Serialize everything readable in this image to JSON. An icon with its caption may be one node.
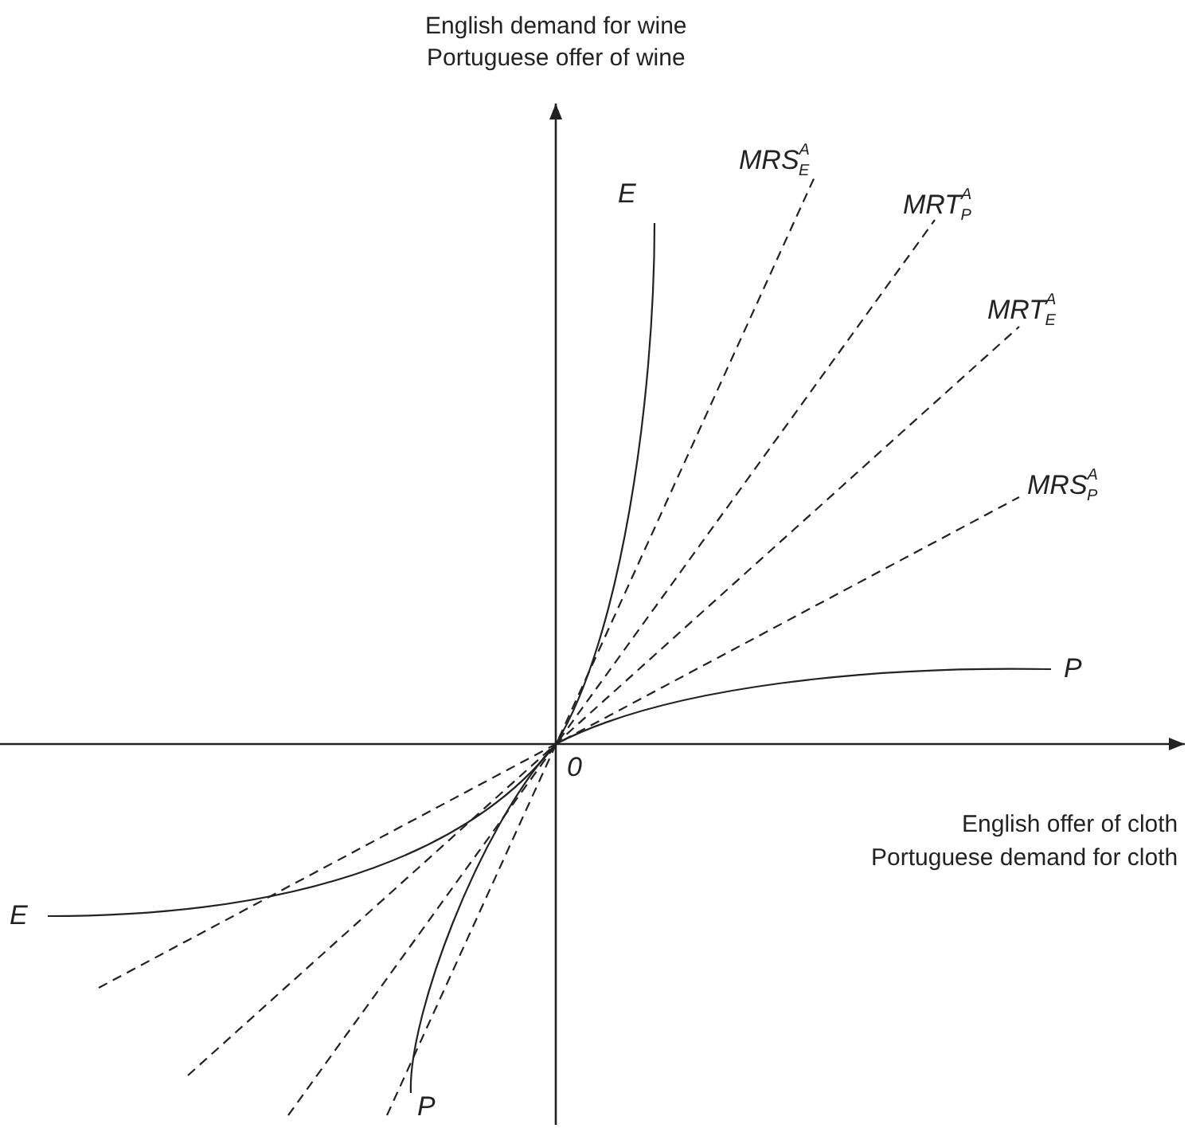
{
  "diagram": {
    "labels": [
      "English demand for wine",
      "Portuguese offer of wine",
      "MRS$^{A}$$_{E}$",
      "E",
      "MRT$^{A}$$_{P}$",
      "MRT$^{A}$$_{E}$",
      "MRS$^{A}$$_{P}$",
      "P",
      "0",
      "English offer of cloth",
      "Portuguese demand for cloth",
      "E",
      "P"
    ]
  }
}
